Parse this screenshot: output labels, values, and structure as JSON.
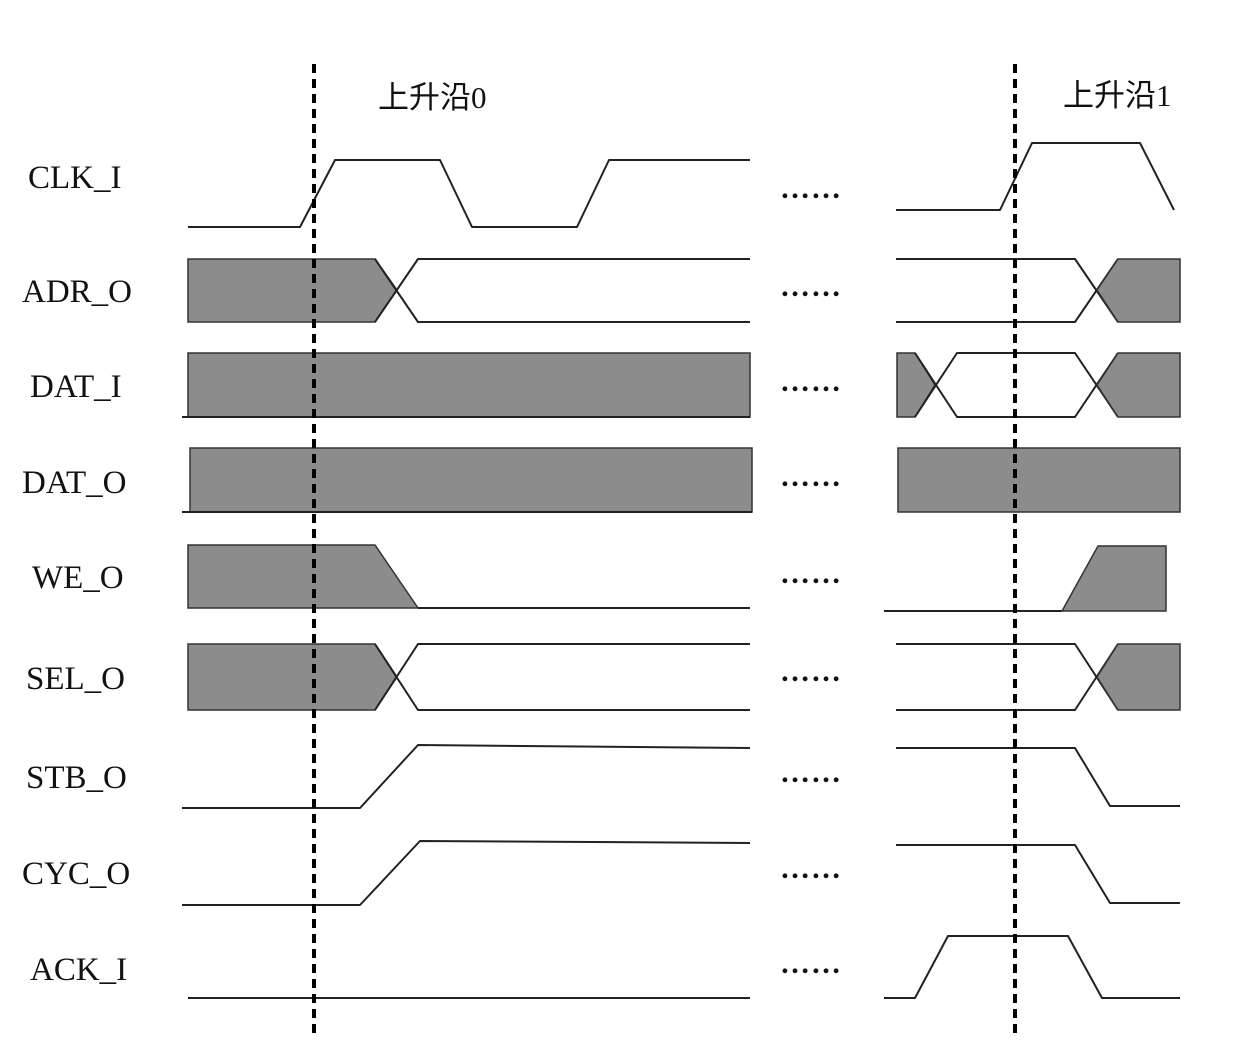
{
  "diagram": {
    "edge_markers": [
      {
        "label": "上升沿0"
      },
      {
        "label": "上升沿1"
      }
    ],
    "ellipsis": "……",
    "signals": [
      {
        "name": "CLK_I"
      },
      {
        "name": "ADR_O"
      },
      {
        "name": "DAT_I"
      },
      {
        "name": "DAT_O"
      },
      {
        "name": "WE_O"
      },
      {
        "name": "SEL_O"
      },
      {
        "name": "STB_O"
      },
      {
        "name": "CYC_O"
      },
      {
        "name": "ACK_I"
      }
    ],
    "colors": {
      "line": "#222222",
      "bus_fill": "#8c8c8c",
      "marker": "#000000"
    }
  }
}
